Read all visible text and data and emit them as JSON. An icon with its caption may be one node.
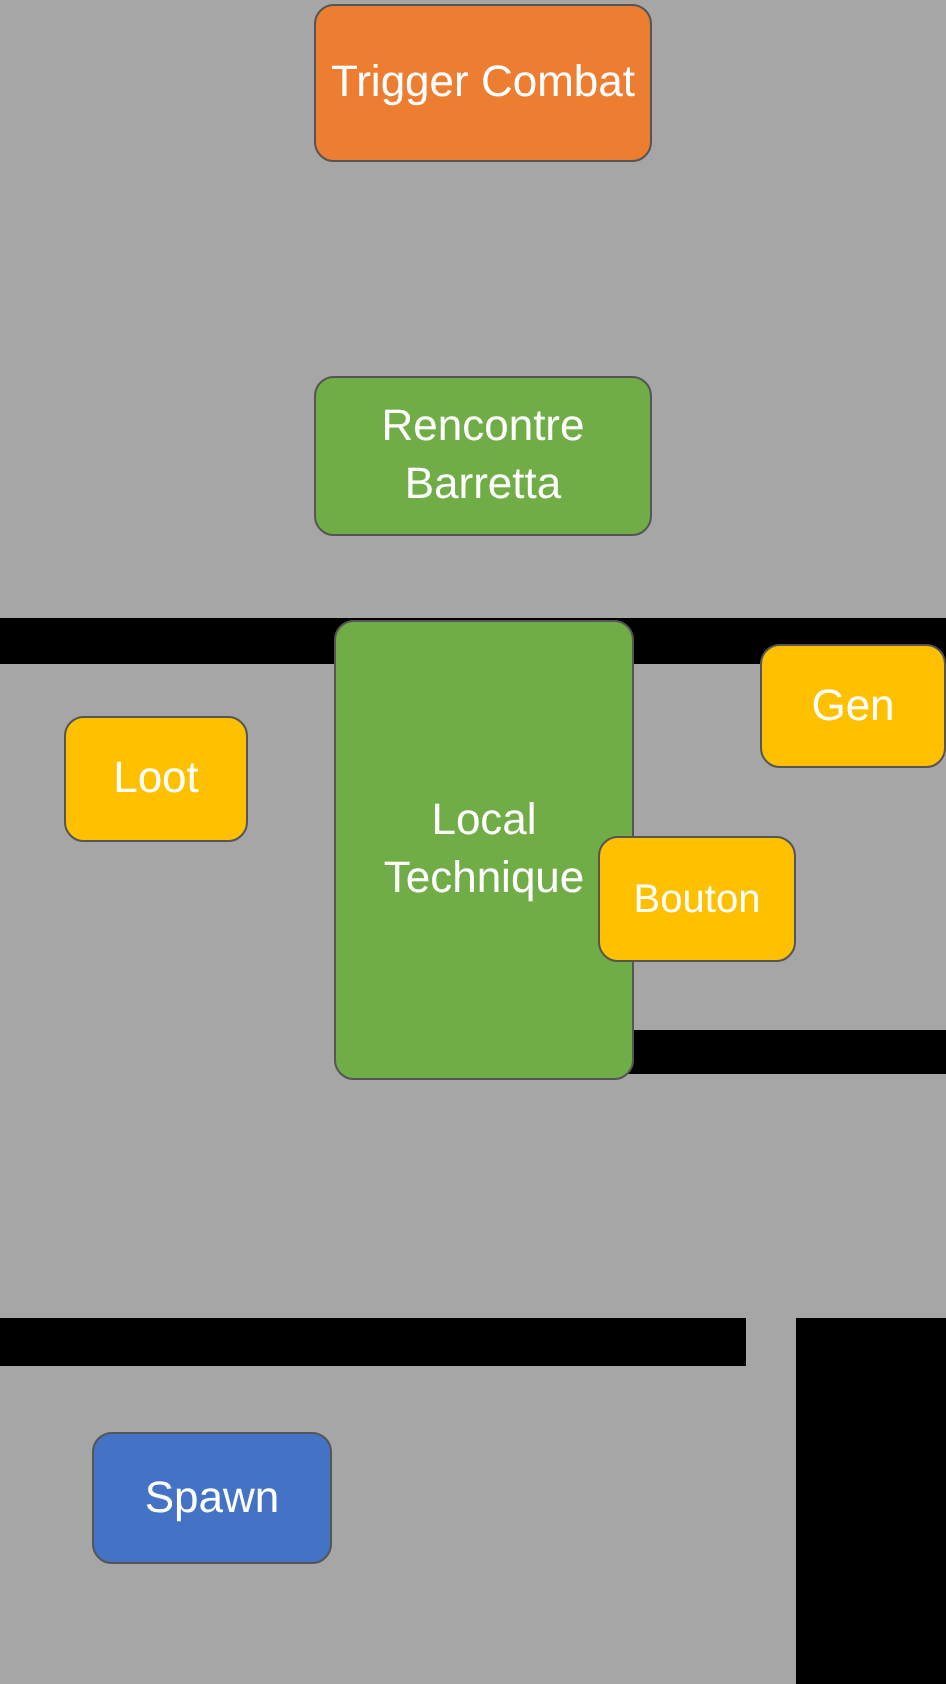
{
  "diagram": {
    "nodes": [
      {
        "text": [
          "Trigger Combat"
        ]
      },
      {
        "text": [
          "Rencontre Barretta"
        ]
      },
      {
        "text": [
          "Local Technique"
        ]
      },
      {
        "text": [
          "Gen"
        ]
      },
      {
        "text": [
          "Loot"
        ]
      },
      {
        "text": [
          "Bouton"
        ]
      },
      {
        "text": [
          "Spawn"
        ]
      }
    ]
  }
}
